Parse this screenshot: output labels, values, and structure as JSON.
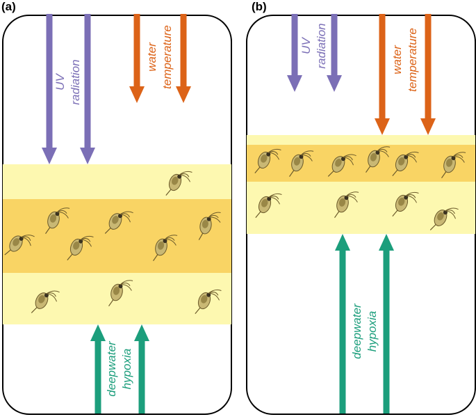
{
  "colors": {
    "uv": "#7b6fb6",
    "temperature": "#dc6318",
    "hypoxia": "#1c9e7c",
    "band_light": "#fdf8b0",
    "band_dark": "#f9d464",
    "border": "#000000"
  },
  "panels": [
    {
      "label": "(a)",
      "uv_label": [
        "UV",
        "radiation"
      ],
      "temperature_label": [
        "water",
        "temperature"
      ],
      "hypoxia_label": [
        "deepwater",
        "hypoxia"
      ],
      "zooplankton_icon": "daphnia-icon"
    },
    {
      "label": "(b)",
      "uv_label": [
        "UV",
        "radiation"
      ],
      "temperature_label": [
        "water",
        "temperature"
      ],
      "hypoxia_label": [
        "deepwater",
        "hypoxia"
      ],
      "zooplankton_icon": "daphnia-icon"
    }
  ]
}
